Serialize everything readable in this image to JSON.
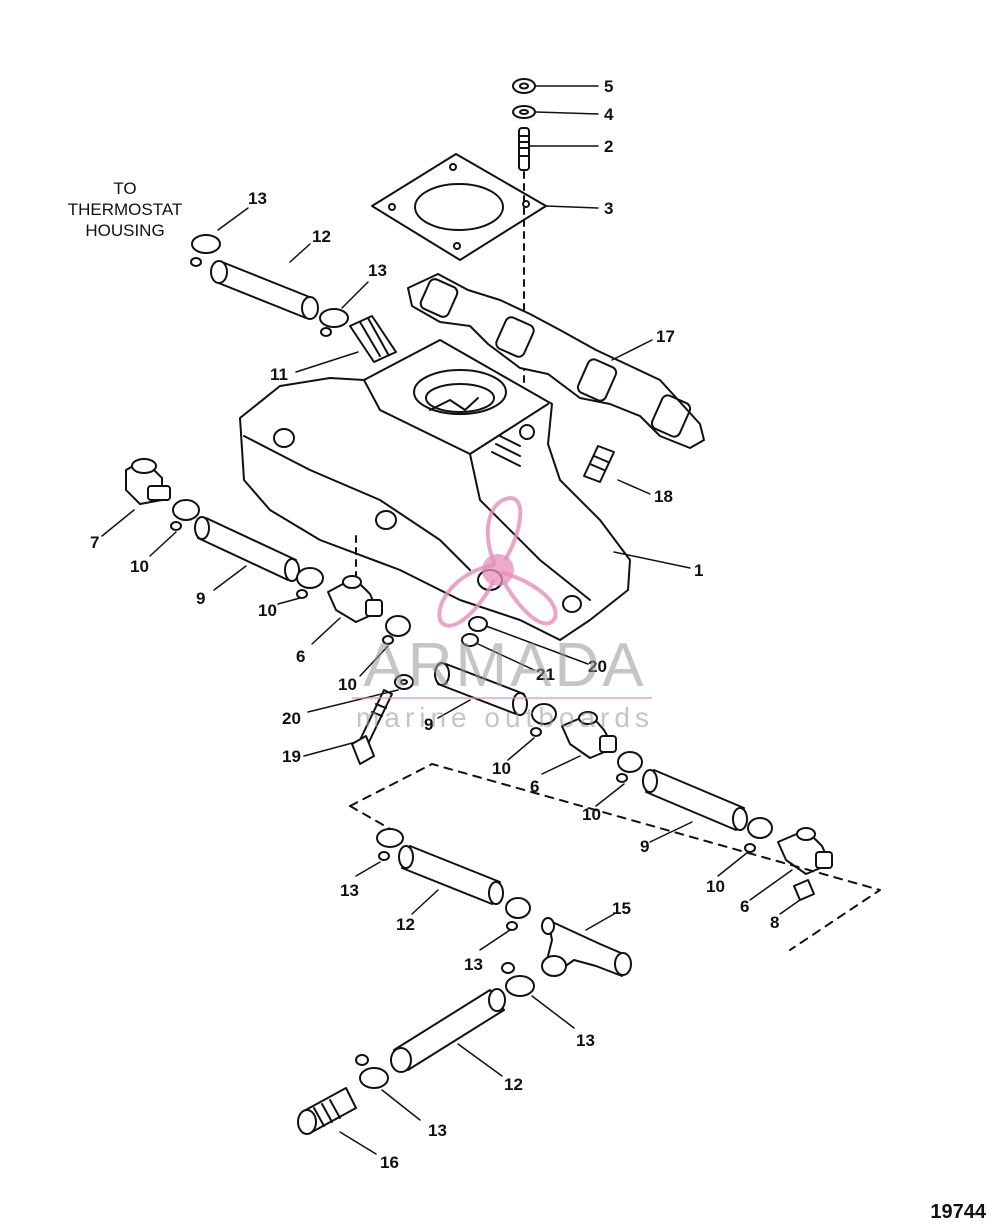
{
  "note": {
    "line1": "TO",
    "line2": "THERMOSTAT",
    "line3": "HOUSING"
  },
  "figure_number": "19744",
  "watermark": {
    "brand": "ARMADA",
    "tagline": "marine outboards",
    "accent_color": "#e58fb8"
  },
  "callouts": {
    "c1": "1",
    "c2": "2",
    "c3": "3",
    "c4": "4",
    "c5": "5",
    "c6a": "6",
    "c6b": "6",
    "c6c": "6",
    "c7": "7",
    "c8": "8",
    "c9a": "9",
    "c9b": "9",
    "c9c": "9",
    "c10a": "10",
    "c10b": "10",
    "c10c": "10",
    "c10d": "10",
    "c10e": "10",
    "c10f": "10",
    "c11": "11",
    "c12a": "12",
    "c12b": "12",
    "c12c": "12",
    "c13a": "13",
    "c13b": "13",
    "c13c": "13",
    "c13d": "13",
    "c13e": "13",
    "c13f": "13",
    "c15": "15",
    "c16": "16",
    "c17": "17",
    "c18": "18",
    "c19": "19",
    "c20a": "20",
    "c20b": "20",
    "c21": "21"
  }
}
